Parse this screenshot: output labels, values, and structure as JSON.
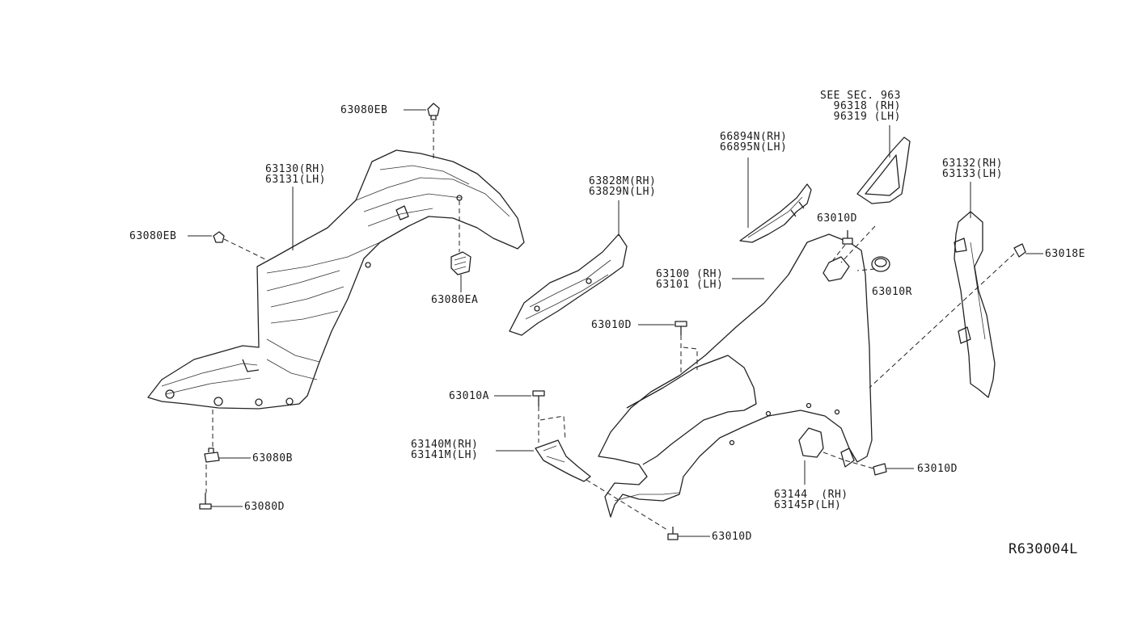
{
  "diagram": {
    "reference": "R630004L",
    "labels": {
      "l_63080EB_top": "63080EB",
      "l_63080EB_left": "63080EB",
      "l_63130": "63130(RH)\n63131(LH)",
      "l_63080EA": "63080EA",
      "l_63080B": "63080B",
      "l_63080D": "63080D",
      "l_63828": "63828M(RH)\n63829N(LH)",
      "l_66894": "66894N(RH)\n66895N(LH)",
      "l_see963": "SEE SEC. 963\n96318 (RH)\n96319 (LH)",
      "l_63132": "63132(RH)\n63133(LH)",
      "l_63010D_a": "63010D",
      "l_63018E": "63018E",
      "l_63100": "63100 (RH)\n63101 (LH)",
      "l_63010R": "63010R",
      "l_63010D_b": "63010D",
      "l_63010A": "63010A",
      "l_63140": "63140M(RH)\n63141M(LH)",
      "l_63144": "63144  (RH)\n63145P(LH)",
      "l_63010D_c": "63010D",
      "l_63010D_d": "63010D"
    }
  }
}
